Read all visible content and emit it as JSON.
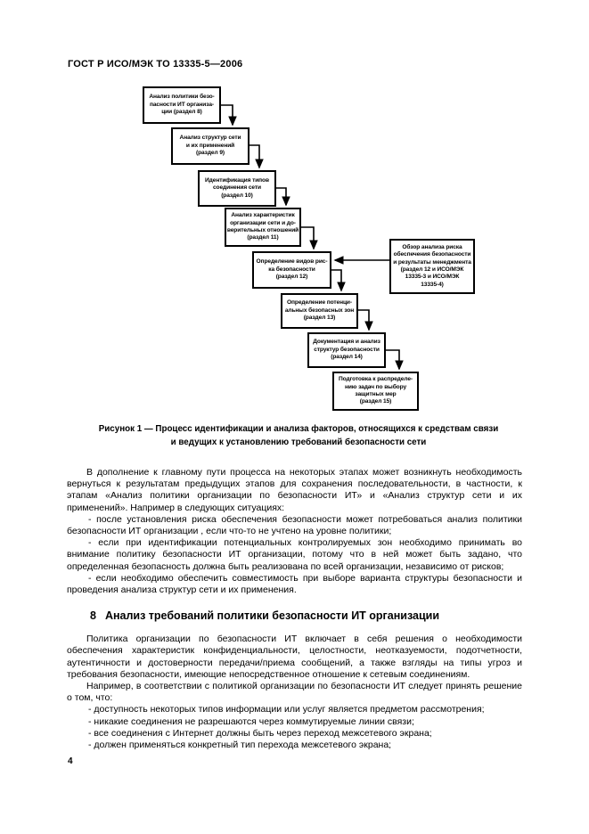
{
  "page": {
    "header": "ГОСТ Р ИСО/МЭК ТО 13335-5—2006",
    "page_number": "4"
  },
  "flowchart": {
    "boxes": [
      {
        "name": "analysis-policy",
        "lines": [
          "Анализ политики безо-",
          "пасности ИТ организа-",
          "ции (раздел 8)"
        ]
      },
      {
        "name": "analysis-structures",
        "lines": [
          "Анализ структур сети",
          "и их применений",
          "(раздел 9)"
        ]
      },
      {
        "name": "identification-connection-types",
        "lines": [
          "Идентификация типов",
          "соединения сети",
          "(раздел 10)"
        ]
      },
      {
        "name": "analysis-characteristics",
        "lines": [
          "Анализ характеристик",
          "организации сети и до-",
          "верительных отношений",
          "(раздел 11)"
        ]
      },
      {
        "name": "risk-types",
        "lines": [
          "Определение видов рис-",
          "ка безопасности",
          "(раздел 12)"
        ]
      },
      {
        "name": "risk-review",
        "lines": [
          "Обзор анализа риска",
          "обеспечения безопасности",
          "и результаты менеджмента",
          "(раздел 12 и ИСО/МЭК",
          "13335-3 и ИСО/МЭК",
          "13335-4)"
        ]
      },
      {
        "name": "potential-safe-zones",
        "lines": [
          "Определение потенци-",
          "альных безопасных зон",
          "(раздел 13)"
        ]
      },
      {
        "name": "documentation-structures",
        "lines": [
          "Документация и анализ",
          "структур безопасности",
          "(раздел 14)"
        ]
      },
      {
        "name": "preparation-safeguards",
        "lines": [
          "Подготовка к распределе-",
          "нию задач по выбору",
          "защитных мер",
          "(раздел 15)"
        ]
      }
    ]
  },
  "figure": {
    "caption_lines": [
      "Рисунок 1 — Процесс идентификации и анализа факторов, относящихся к средствам связи",
      "и ведущих к установлению требований безопасности сети"
    ]
  },
  "content": {
    "intro": [
      "В дополнение к главному пути процесса на некоторых этапах может возникнуть необходимость вернуться к результатам предыдущих этапов для сохранения последовательности, в частности, к этапам «Анализ политики организации по безопасности ИТ» и «Анализ структур сети и их применений». Например в следующих ситуациях:",
      "- после установления риска обеспечения безопасности может потребоваться анализ политики безопасности ИТ организации , если что-то не учтено на уровне политики;",
      "- если при идентификации потенциальных контролируемых зон необходимо принимать во внимание политику безопасности ИТ организации, потому что в ней может быть задано, что определенная безопасность должна быть реализована по всей организации, независимо от рисков;",
      "- если необходимо обеспечить совместимость при выборе варианта структуры безопасности и проведения анализа структур сети и их применения."
    ],
    "section8": {
      "number": "8",
      "title": "Анализ требований политики безопасности ИТ организации"
    },
    "section_body": [
      "Политика организации по безопасности ИТ включает в себя решения о необходимости обеспечения характеристик конфиденциальности, целостности, неотказуемости, подотчетности, аутентичности и достоверности передачи/приема сообщений, а также взгляды на типы угроз и требования безопасности, имеющие непосредственное отношение к сетевым соединениям.",
      "Например, в соответствии с политикой организации по безопасности ИТ следует принять решение о том, что:",
      "- доступность некоторых типов информации или услуг является предметом рассмотрения;",
      "- никакие соединения не разрешаются через коммутируемые линии связи;",
      "- все соединения с Интернет должны быть через переход межсетевого экрана;",
      "- должен применяться конкретный тип перехода межсетевого экрана;"
    ]
  },
  "colors": {
    "ink": "#000000",
    "paper": "#ffffff"
  }
}
